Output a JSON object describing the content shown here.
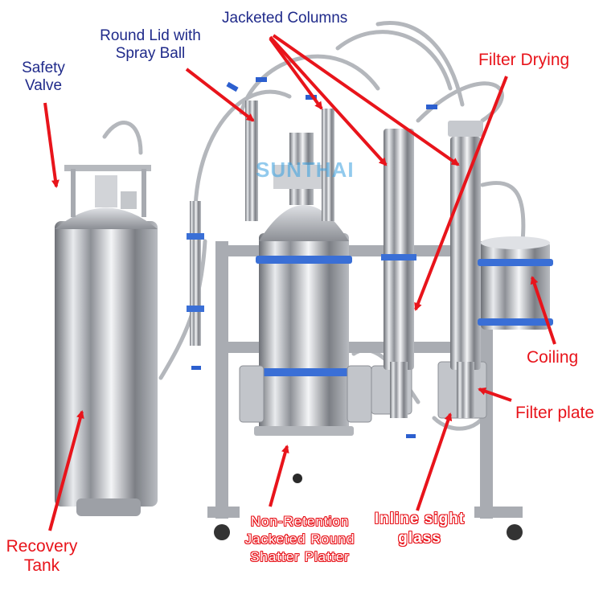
{
  "labels": {
    "jacketed_columns": "Jacketed Columns",
    "round_lid_line1": "Round Lid with",
    "round_lid_line2": "Spray Ball",
    "safety_valve_line1": "Safety",
    "safety_valve_line2": "Valve",
    "filter_drying": "Filter Drying",
    "coiling": "Coiling",
    "filter_plate": "Filter plate",
    "recovery_tank_line1": "Recovery",
    "recovery_tank_line2": "Tank",
    "non_retention_line1": "Non-Retention",
    "non_retention_line2": "Jacketed Round",
    "non_retention_line3": "Shatter Platter",
    "inline_sight_line1": "Inline sight",
    "inline_sight_line2": "glass"
  },
  "watermark": "SUNTHAI",
  "colors": {
    "label_red": "#e8141b",
    "label_dark": "#1f2a8a",
    "arrow": "#e8141b",
    "steel": "#c9ccd1",
    "band": "#3a6fd6"
  }
}
